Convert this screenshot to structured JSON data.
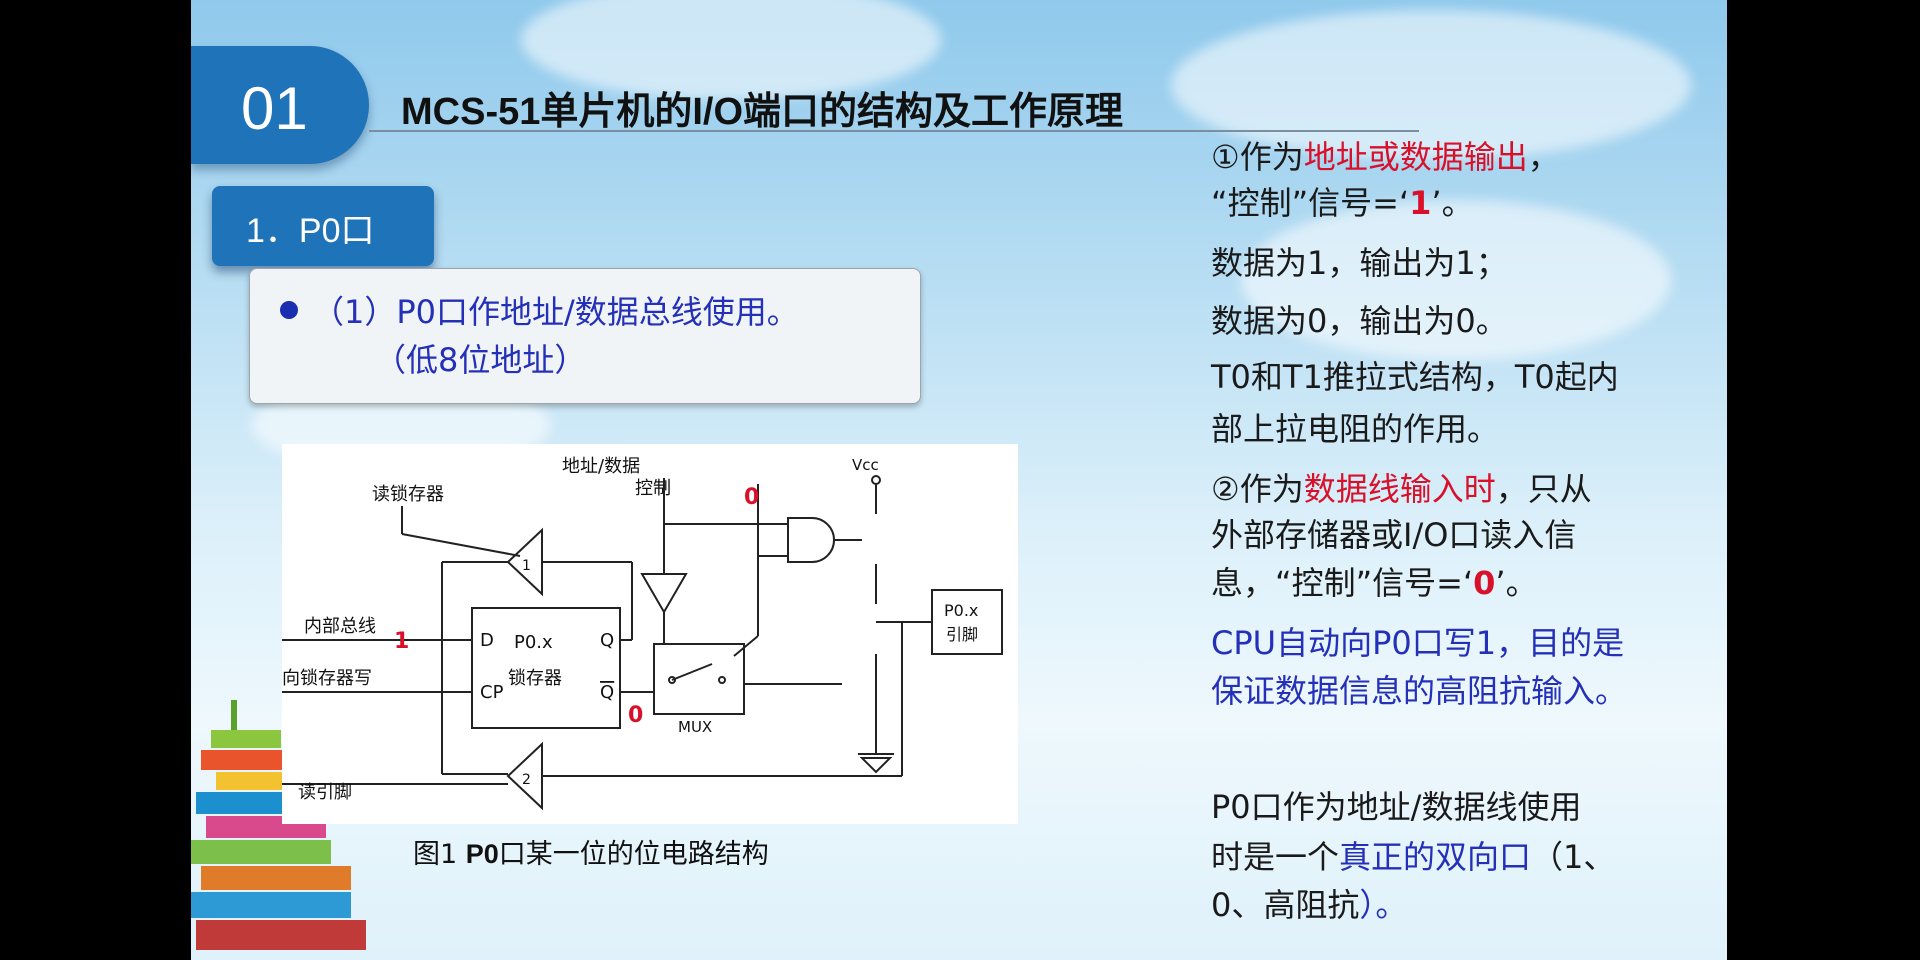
{
  "slide": {
    "section_number": "01",
    "title": "MCS-51单片机的I/O端口的结构及工作原理",
    "subsection": "1．P0口",
    "bullet": {
      "line1": "（1）P0口作地址/数据总线使用。",
      "line2": "（低8位地址）"
    },
    "circuit": {
      "labels": {
        "read_latch": "读锁存器",
        "addr_data": "地址/数据",
        "control": "控制",
        "vcc": "Vcc",
        "internal_bus": "内部总线",
        "write_latch": "向锁存器写",
        "read_pin": "读引脚",
        "d": "D",
        "q": "Q",
        "cp": "CP",
        "qbar": "Q",
        "latch_name": "P0.x",
        "latch_word": "锁存器",
        "mux": "MUX",
        "pin_name": "P0.x",
        "pin_word": "引脚",
        "buf1": "1",
        "buf2": "2"
      },
      "annotations": {
        "control_value": "0",
        "bus_value": "1",
        "qbar_value": "0"
      }
    },
    "caption": {
      "prefix": "图1 ",
      "bold": "P0",
      "rest": "口某一位的位电路结构"
    },
    "right_text": {
      "p1_prefix": "①作为",
      "p1_red": "地址或数据输出",
      "p1_suffix": "，",
      "p2_prefix": "“控制”信号=‘",
      "p2_red": "1",
      "p2_suffix": "’。",
      "p3": "数据为1，输出为1；",
      "p4": "数据为0，输出为0。",
      "p5a": "T0和T1推拉式结构，T0起内",
      "p5b": "部上拉电阻的作用。",
      "p6_prefix": "②作为",
      "p6_red": "数据线输入时",
      "p6_suffix": "，只从",
      "p7": "外部存储器或I/O口读入信",
      "p8_prefix": "息，“控制”信号=‘",
      "p8_red": "0",
      "p8_suffix": "’。",
      "p9a": "CPU自动向P0口写1，目的是",
      "p9b": "保证数据信息的高阻抗输入。",
      "p10a": " P0口作为地址/数据线使用",
      "p10b_prefix": "时是一个",
      "p10b_blue": "真正的双向口",
      "p10b_suffix": "（1、",
      "p11_prefix": "0、高阻抗",
      "p11_blue": "）。"
    }
  },
  "colors": {
    "badge_blue": "#1f73b8",
    "highlight_red": "#d8102a",
    "text_blue": "#2430b8",
    "background_sky": "#b9def3"
  }
}
